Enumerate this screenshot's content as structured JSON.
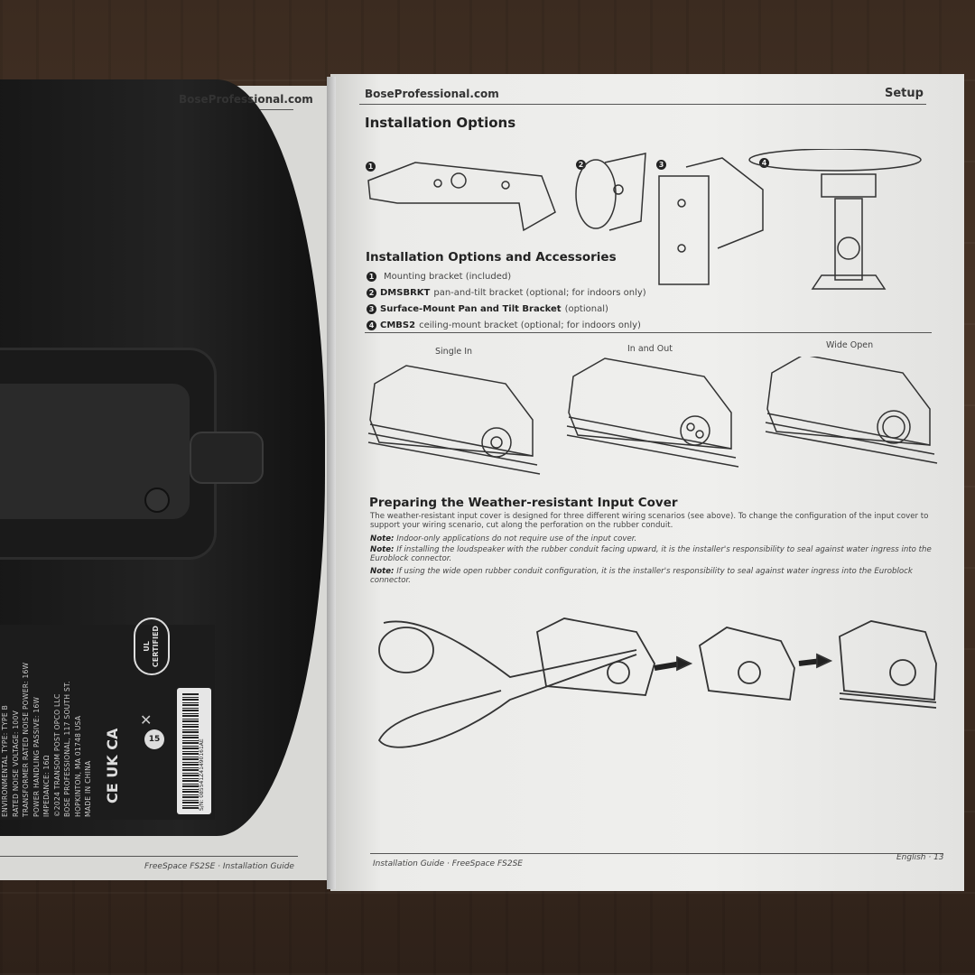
{
  "left_page": {
    "header": "BoseProfessional.com",
    "footer": "FreeSpace FS2SE · Installation Guide"
  },
  "speaker_label": {
    "lines": [
      "ENVIRONMENTAL TYPE: TYPE B",
      "RATED NOISE VOLTAGE: 100V",
      "TRANSFORMER RATED NOISE POWER: 16W",
      "POWER HANDLING PASSIVE: 16W",
      "IMPEDANCE: 16Ω",
      "©2024 TRANSOM POST OPCO LLC",
      "BOSE PROFESSIONAL, 117 SOUTH ST.",
      "HOPKINTON, MA 01748 USA",
      "MADE IN CHINA"
    ],
    "marks": [
      "CE",
      "UK CA",
      "UL CERTIFIED",
      "15"
    ],
    "serial": "S/N: 085541Z41490161AE"
  },
  "right_page": {
    "header_left": "BoseProfessional.com",
    "header_right": "Setup",
    "title": "Installation Options",
    "option_numbers": [
      "1",
      "2",
      "3",
      "4"
    ],
    "accessories_title": "Installation Options and Accessories",
    "accessories": [
      {
        "num": "1",
        "bold": "",
        "text": "Mounting bracket (included)"
      },
      {
        "num": "2",
        "bold": "DMSBRKT",
        "text": " pan-and-tilt bracket (optional; for indoors only)"
      },
      {
        "num": "3",
        "bold": "Surface-Mount Pan and Tilt Bracket",
        "text": " (optional)"
      },
      {
        "num": "4",
        "bold": "CMBS2",
        "text": " ceiling-mount bracket (optional; for indoors only)"
      }
    ],
    "configs": [
      "Single In",
      "In and Out",
      "Wide Open"
    ],
    "cover_title": "Preparing the Weather-resistant Input Cover",
    "cover_body": "The weather-resistant input cover is designed for three different wiring scenarios (see above). To change the configuration of the input cover to support your wiring scenario, cut along the perforation on the rubber conduit.",
    "notes": [
      {
        "label": "Note:",
        "text": " Indoor-only applications do not require use of the input cover."
      },
      {
        "label": "Note:",
        "text": " If installing the loudspeaker with the rubber conduit facing upward, it is the installer's responsibility to seal against water ingress into the Euroblock connector."
      },
      {
        "label": "Note:",
        "text": " If using the wide open rubber conduit configuration, it is the installer's responsibility to seal against water ingress into the Euroblock connector."
      }
    ],
    "footer_left": "Installation Guide · FreeSpace FS2SE",
    "footer_right": "English · 13"
  }
}
